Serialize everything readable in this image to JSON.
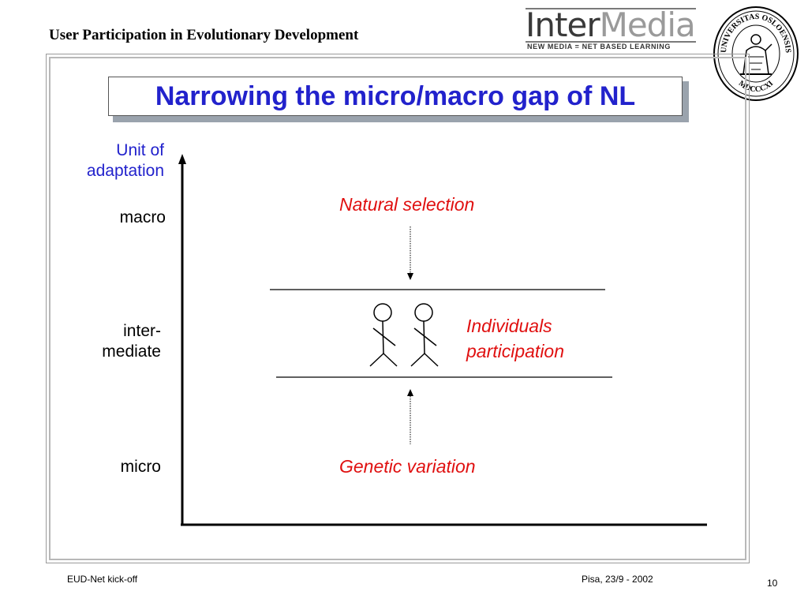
{
  "header": {
    "title": "User Participation in Evolutionary Development",
    "logo_text_part1": "Inter",
    "logo_text_part2": "Media",
    "logo_tagline": "NEW MEDIA = NET BASED LEARNING",
    "seal_text_top": "UNIVERSITAS OSLOENSIS",
    "seal_text_bottom": "MDCCCXI"
  },
  "slide": {
    "title": "Narrowing the micro/macro gap of NL"
  },
  "diagram": {
    "y_axis_title_line1": "Unit of",
    "y_axis_title_line2": "adaptation",
    "level_macro": "macro",
    "level_inter_line1": "inter-",
    "level_inter_line2": "mediate",
    "level_micro": "micro",
    "top_force": "Natural selection",
    "middle_label_line1": "Individuals",
    "middle_label_line2": "participation",
    "bottom_force": "Genetic variation"
  },
  "footer": {
    "left": "EUD-Net kick-off",
    "center": "Pisa,  23/9 - 2002",
    "page": "10"
  },
  "colors": {
    "title_blue": "#2222cc",
    "accent_red": "#e01010"
  }
}
